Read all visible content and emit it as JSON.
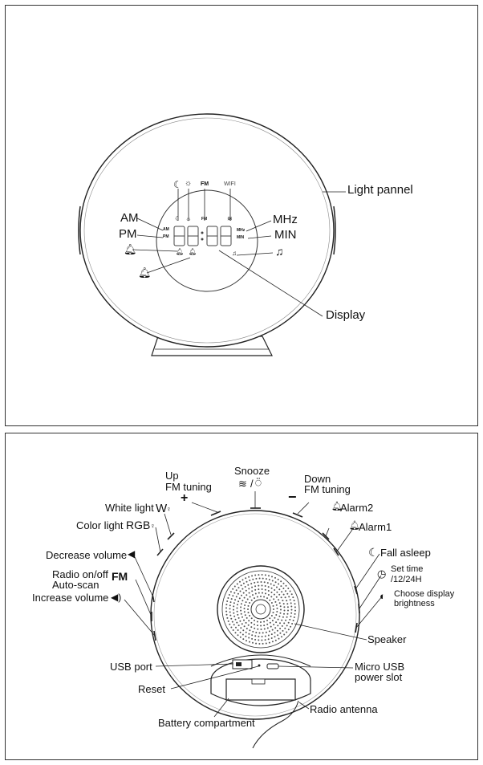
{
  "top": {
    "light_panel": "Light pannel",
    "display": "Display",
    "am": "AM",
    "pm": "PM",
    "mhz": "MHz",
    "min": "MIN",
    "fm": "FM",
    "wifi": "WIFI",
    "am_small": "AM",
    "pm_small": "PM",
    "fm_small": "FM",
    "mhz_small": "MHz",
    "min_small": "MIN",
    "icons": {
      "sleep": "moon-icon",
      "brightness": "sun-icon",
      "wifi": "wifi-icon",
      "alarm1": "bell-icon",
      "alarm2": "bell-icon",
      "music": "music-note-icon"
    }
  },
  "bottom": {
    "up_line1": "Up",
    "up_line2": "FM tuning",
    "plus_symbol": "+",
    "snooze": "Snooze",
    "snooze_symbols": "/",
    "down_line1": "Down",
    "down_line2": "FM tuning",
    "minus_symbol": "−",
    "white_light": "White light",
    "white_symbol": "W",
    "color_light": "Color light",
    "rgb_symbol": "RGB",
    "alarm2": "Alarm2",
    "alarm1": "Alarm1",
    "fall_asleep": "Fall asleep",
    "decrease_volume": "Decrease volume",
    "set_time_line1": "Set time",
    "set_time_line2": "/12/24H",
    "radio_line1": "Radio on/off",
    "radio_line2": "Auto-scan",
    "fm_symbol": "FM",
    "choose_line1": "Choose display",
    "choose_line2": "brightness",
    "increase_volume": "Increase volume",
    "speaker": "Speaker",
    "usb_port": "USB port",
    "micro_line1": "Micro USB",
    "micro_line2": "power slot",
    "reset": "Reset",
    "radio_antenna": "Radio antenna",
    "battery": "Battery compartment",
    "icons": {
      "volume_down": "speaker-low-icon",
      "volume_up": "speaker-high-icon",
      "alarm": "bell-icon",
      "sleep": "moon-icon",
      "clock": "clock-icon",
      "brightness": "half-circle-icon",
      "bulb": "bulb-icon"
    }
  }
}
